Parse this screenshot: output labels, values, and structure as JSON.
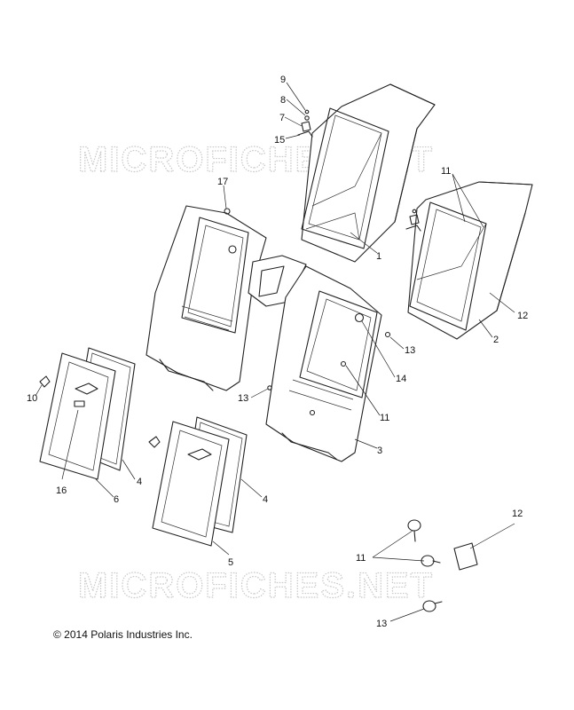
{
  "watermark": "MICROFICHES.NET",
  "copyright": "© 2014 Polaris Industries Inc.",
  "callouts": {
    "c9": "9",
    "c8": "8",
    "c7": "7",
    "c15": "15",
    "c17": "17",
    "c1": "1",
    "c11a": "11",
    "c12a": "12",
    "c2": "2",
    "c13a": "13",
    "c14": "14",
    "c11b": "11",
    "c3": "3",
    "c13b": "13",
    "c10": "10",
    "c4a": "4",
    "c16": "16",
    "c6": "6",
    "c4b": "4",
    "c5": "5",
    "c11c": "11",
    "c12b": "12",
    "c13c": "13"
  }
}
